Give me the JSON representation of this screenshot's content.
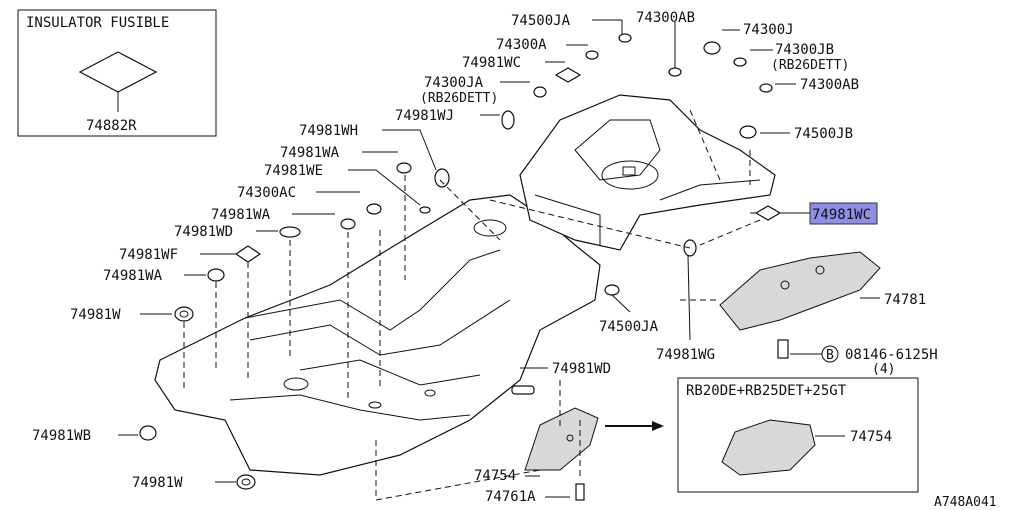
{
  "inset_top_left": {
    "title": "INSULATOR FUSIBLE",
    "part": "74882R"
  },
  "inset_bottom_right": {
    "title": "RB20DE+RB25DET+25GT",
    "part": "74754"
  },
  "callouts": {
    "c74500JA_top": "74500JA",
    "c74300AB_top": "74300AB",
    "c74300J": "74300J",
    "c74300A": "74300A",
    "c74300JB": "74300JB",
    "c74300JB_note": "(RB26DETT)",
    "c74981WC_top": "74981WC",
    "c74300AB_right": "74300AB",
    "c74300JA": "74300JA",
    "c74300JA_note": "(RB26DETT)",
    "c74981WJ": "74981WJ",
    "c74500JB": "74500JB",
    "c74981WH": "74981WH",
    "c74981WA_1": "74981WA",
    "c74981WE": "74981WE",
    "c74300AC": "74300AC",
    "c74981WC_right": "74981WC",
    "c74981WA_2": "74981WA",
    "c74981WD_1": "74981WD",
    "c74981WF": "74981WF",
    "c74981WA_3": "74981WA",
    "c74781": "74781",
    "c74981W_1": "74981W",
    "c74500JA_mid": "74500JA",
    "c74981WG": "74981WG",
    "bolt_circle": "B",
    "bolt_part": "08146-6125H",
    "bolt_qty": "(4)",
    "c74981WD_2": "74981WD",
    "c74981WB": "74981WB",
    "c74754": "74754",
    "c74761A": "74761A",
    "c74981W_2": "74981W"
  },
  "diagram_id": "A748A041",
  "colors": {
    "highlight": "#8e8ee6",
    "ink": "#111111"
  }
}
